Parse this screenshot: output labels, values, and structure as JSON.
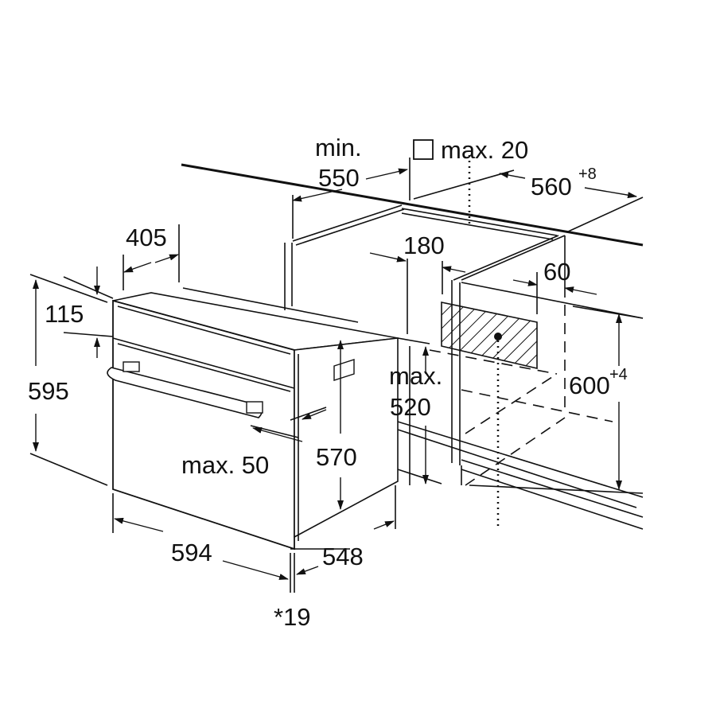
{
  "diagram": {
    "labels": {
      "min": "min.",
      "min_550": "550",
      "max_20": "max. 20",
      "w560": "560",
      "w560_tol": "+8",
      "d405": "405",
      "d180": "180",
      "d60": "60",
      "h115": "115",
      "h595": "595",
      "h600": "600",
      "h600_tol": "+4",
      "max": "max.",
      "max_520": "520",
      "max_50": "max. 50",
      "h570": "570",
      "w594": "594",
      "d548": "548",
      "note19": "*19"
    }
  }
}
